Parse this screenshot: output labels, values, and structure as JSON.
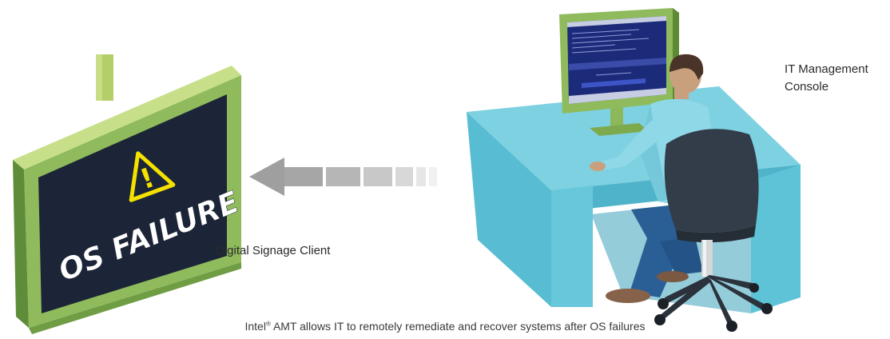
{
  "labels": {
    "console_line1": "IT Management",
    "console_line2": "Console",
    "client": "Digital Signage Client",
    "sign_text": "OS FAILURE",
    "warning_glyph": "!"
  },
  "caption": {
    "brand": "Intel",
    "mark": "®",
    "text": " AMT allows IT to remotely remediate and recover systems after OS failures"
  },
  "colors": {
    "frame_green": "#8cb85a",
    "frame_dark_green": "#5e8a35",
    "screen": "#1a2538",
    "warning_yellow": "#f4e100",
    "desk_top": "#7fd1e0",
    "desk_front": "#5bc0d4",
    "desk_side": "#45a9bf",
    "monitor_screen": "#1c2a7a",
    "chair": "#333d48",
    "arrow_grey": "#a8a8a8"
  },
  "icons": {
    "warning": "warning-triangle-icon",
    "arrow": "left-arrow-icon"
  }
}
